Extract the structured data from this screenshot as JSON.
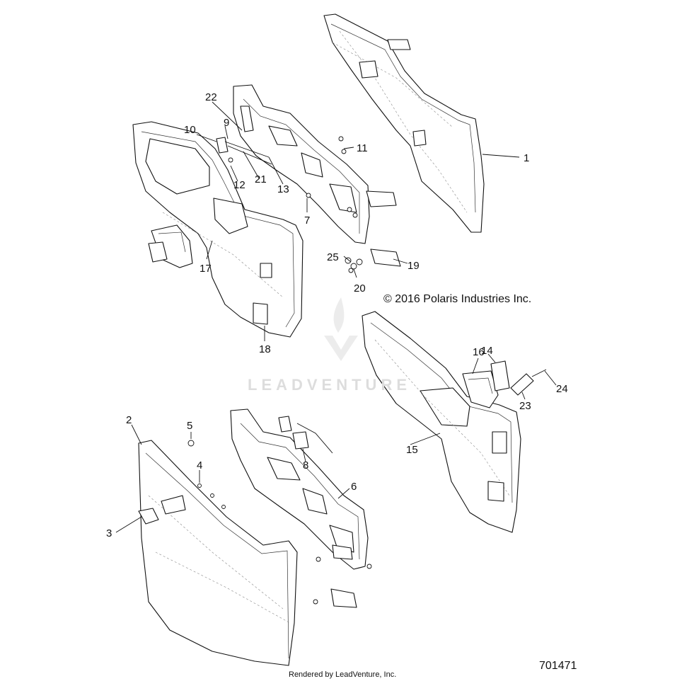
{
  "copyright": "© 2016 Polaris Industries Inc.",
  "rendered_by": "Rendered by LeadVenture, Inc.",
  "catalog_number": "701471",
  "watermark": "LEADVENTURE",
  "callouts": [
    "1",
    "2",
    "3",
    "4",
    "5",
    "6",
    "7",
    "8",
    "9",
    "10",
    "11",
    "12",
    "13",
    "14",
    "15",
    "16",
    "17",
    "18",
    "19",
    "20",
    "21",
    "22",
    "23",
    "24",
    "25"
  ]
}
